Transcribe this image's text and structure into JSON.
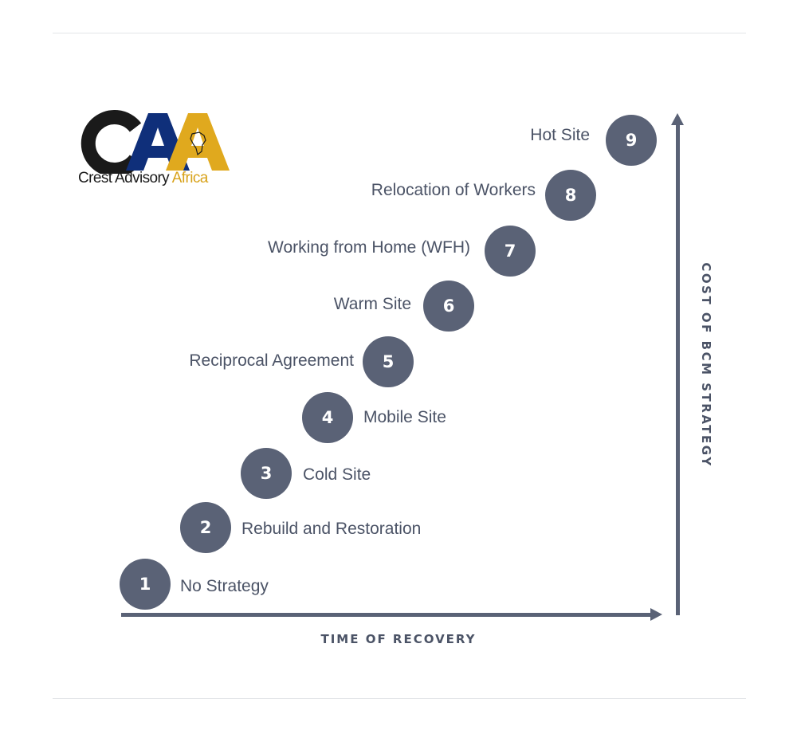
{
  "logo": {
    "initials": "CAA",
    "name_part1": "Crest Advisory",
    "name_part2": "Africa",
    "colors": {
      "dark": "#1a1a1a",
      "blue": "#0f2f7a",
      "gold": "#e0a91e"
    }
  },
  "axes": {
    "x_label": "TIME OF RECOVERY",
    "y_label": "COST OF BCM STRATEGY"
  },
  "steps": [
    {
      "number": "1",
      "label": "No Strategy"
    },
    {
      "number": "2",
      "label": "Rebuild and Restoration"
    },
    {
      "number": "3",
      "label": "Cold Site"
    },
    {
      "number": "4",
      "label": "Mobile Site"
    },
    {
      "number": "5",
      "label": "Reciprocal Agreement"
    },
    {
      "number": "6",
      "label": "Warm Site"
    },
    {
      "number": "7",
      "label": "Working from Home (WFH)"
    },
    {
      "number": "8",
      "label": "Relocation of Workers"
    },
    {
      "number": "9",
      "label": "Hot Site"
    }
  ],
  "colors": {
    "accent": "#5a6276",
    "text": "#4b5366",
    "rule": "#e3e5e8"
  }
}
